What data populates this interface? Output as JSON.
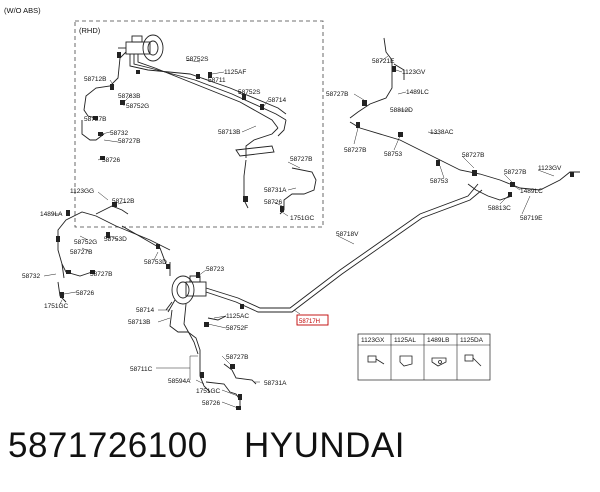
{
  "variant": "(W/O ABS)",
  "rhd_label": "(RHD)",
  "part_number": "5871726100",
  "brand": "HYUNDAI",
  "highlighted_part": "58717H",
  "callouts": {
    "rhd": [
      "58752S",
      "1125AF",
      "58711",
      "58712B",
      "58763B",
      "58752G",
      "58752S",
      "58714",
      "58727B",
      "58732",
      "58727B",
      "58713B",
      "58726",
      "58727B",
      "58731A",
      "58726",
      "1751GC"
    ],
    "lhd_left": [
      "1123GG",
      "58712B",
      "1489LA",
      "58752G",
      "58753D",
      "58727B",
      "58732",
      "58727B",
      "58726",
      "1751GC",
      "58753D",
      "58723",
      "58714",
      "58713B",
      "1125AC",
      "58752F"
    ],
    "lhd_right": [
      "58721E",
      "1123GV",
      "58727B",
      "1489LC",
      "58812D",
      "1338AC",
      "58727B",
      "58753",
      "58727B",
      "58753",
      "58727B",
      "1123GV",
      "1489LC",
      "58813C",
      "58719E",
      "58718V"
    ],
    "lhd_bottom": [
      "58711C",
      "58727B",
      "58594A",
      "58731A",
      "1751GC",
      "58726"
    ]
  },
  "legend_table": {
    "headers": [
      "1123GX",
      "1125AL",
      "1489LB",
      "1125DA"
    ]
  }
}
